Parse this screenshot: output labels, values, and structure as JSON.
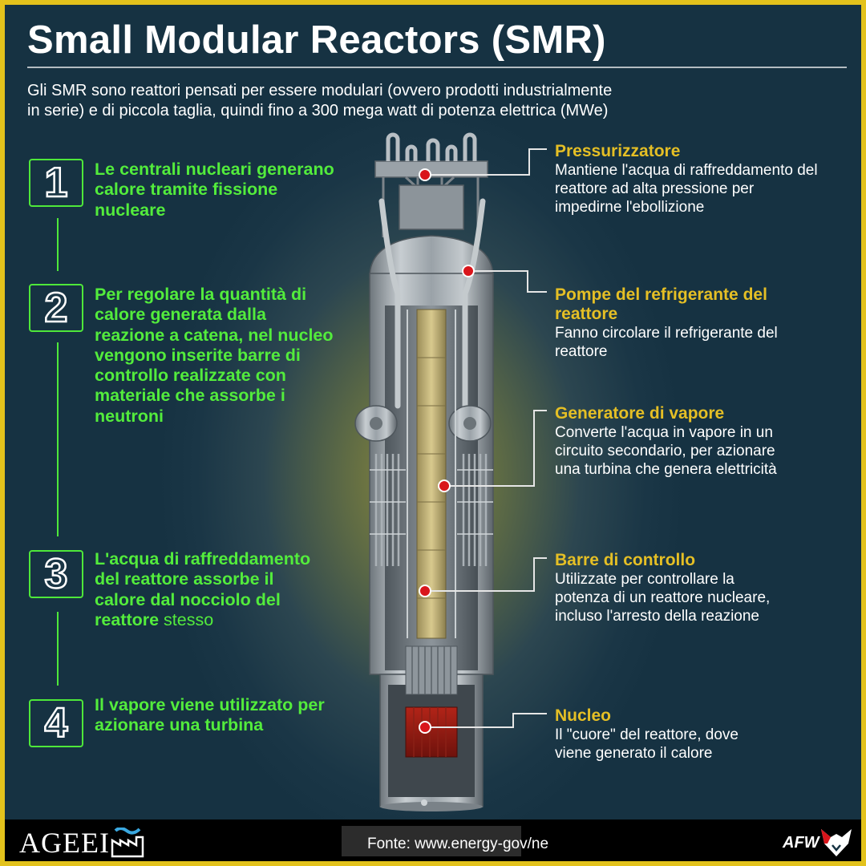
{
  "header": {
    "title": "Small Modular Reactors (SMR)",
    "intro_line1": "Gli SMR sono reattori pensati per essere modulari (ovvero prodotti industrialmente",
    "intro_line2": "in serie) e di piccola taglia, quindi fino a 300 mega watt di potenza elettrica (MWe)"
  },
  "steps": [
    {
      "number": "1",
      "text": "Le centrali nucleari generano calore tramite fissione nucleare",
      "extra": ""
    },
    {
      "number": "2",
      "text": "Per regolare la quantità di calore generata dalla reazione a catena, nel nucleo vengono inserite barre di controllo realizzate con materiale che assorbe i neutroni",
      "extra": ""
    },
    {
      "number": "3",
      "text": "L'acqua di raffreddamento del reattore assorbe il calore dal nocciolo del reattore",
      "extra": "stesso"
    },
    {
      "number": "4",
      "text": "Il vapore viene utilizzato per azionare una turbina",
      "extra": ""
    }
  ],
  "callouts": [
    {
      "title": "Pressurizzatore",
      "desc": "Mantiene l'acqua di raffreddamento del reattore ad alta pressione per impedirne l'ebollizione"
    },
    {
      "title": "Pompe del refrigerante del reattore",
      "desc": "Fanno circolare il refrigerante del reattore"
    },
    {
      "title": "Generatore di vapore",
      "desc": "Converte l'acqua in vapore in un circuito secondario, per azionare una turbina che genera elettricità"
    },
    {
      "title": "Barre di controllo",
      "desc": "Utilizzate per controllare la potenza di un reattore nucleare, incluso l'arresto della reazione"
    },
    {
      "title": "Nucleo",
      "desc": "Il \"cuore\" del reattore, dove viene generato il calore"
    }
  ],
  "footer": {
    "source": "Fonte: www.energy-gov/ne",
    "logo_left": "AGEEI",
    "logo_right": "AFW"
  },
  "colors": {
    "accent_green": "#53ec3c",
    "accent_yellow": "#e5bf25",
    "marker_red": "#d9151b",
    "background": "#1a3646",
    "border": "#e3c21c"
  }
}
